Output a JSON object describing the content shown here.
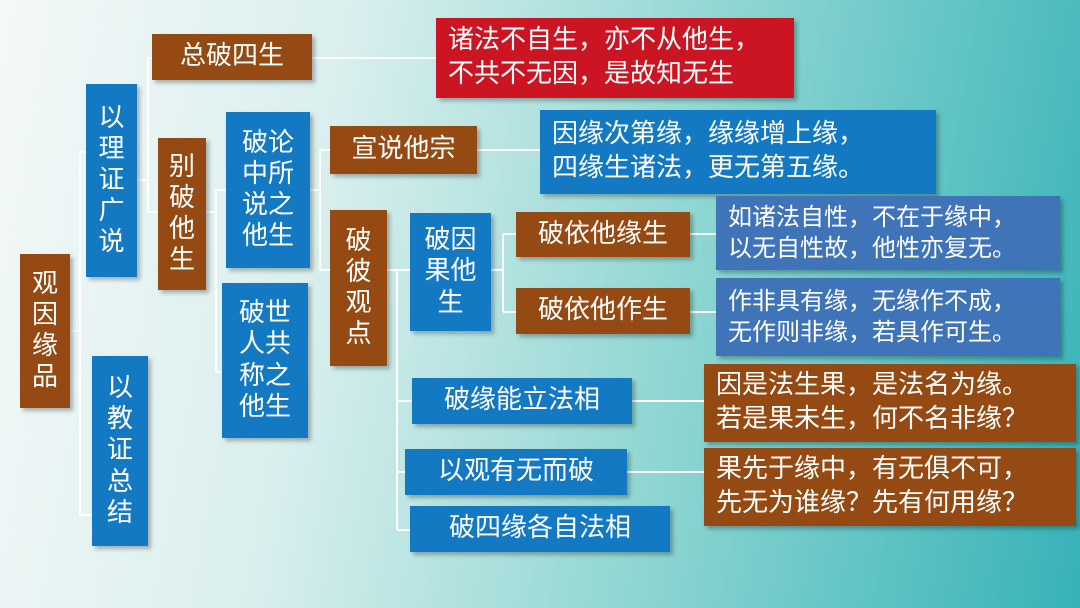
{
  "nodes": {
    "root": "观因缘品",
    "branch_reasoning": "以理证广说",
    "branch_scripture": "以教证总结",
    "refute_four_births": "总破四生",
    "refute_separately": "别破他生",
    "refute_in_treatise": "破论中所说之他生",
    "refute_worldly": "破世人共称之他生",
    "proclaim_other": "宣说他宗",
    "refute_other_view": "破彼观点",
    "refute_cause_fruit": "破因果他生",
    "refute_dep_condition": "破依他缘生",
    "refute_dep_action": "破依他作生",
    "refute_condition_marks": "破缘能立法相",
    "refute_by_existence": "以观有无而破",
    "refute_four_each": "破四缘各自法相"
  },
  "quotes": {
    "q1": [
      "诸法不自生，亦不从他生，",
      "不共不无因，是故知无生"
    ],
    "q2": [
      "因缘次第缘，缘缘增上缘，",
      "四缘生诸法，更无第五缘。"
    ],
    "q3": [
      "如诸法自性，不在于缘中，",
      "以无自性故，他性亦复无。"
    ],
    "q4": [
      "作非具有缘，无缘作不成，",
      "无作则非缘，若具作可生。"
    ],
    "q5": [
      "因是法生果，是法名为缘。",
      "若是果未生，何不名非缘？"
    ],
    "q6": [
      "果先于缘中，有无俱不可，",
      "先无为谁缘？先有何用缘？"
    ]
  }
}
